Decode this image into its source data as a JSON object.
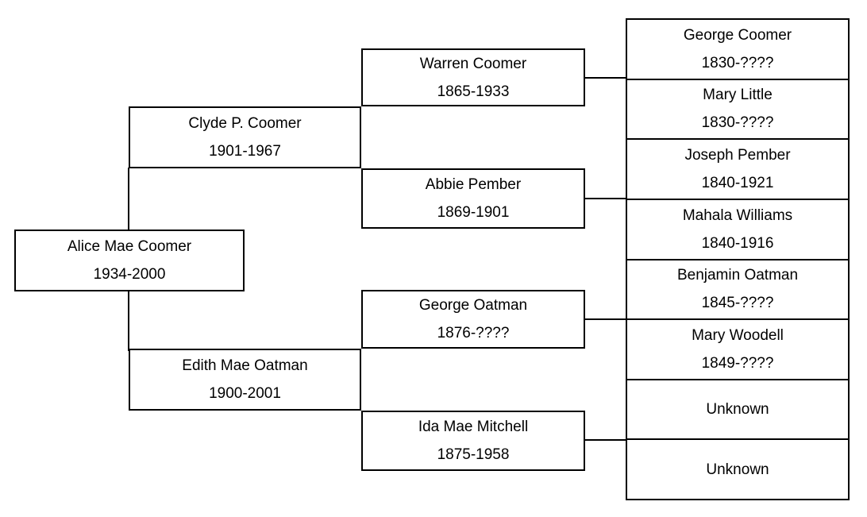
{
  "diagram_type": "family-tree-pedigree-chart",
  "colors": {
    "line": "#000000",
    "text": "#000000",
    "background": "#ffffff"
  },
  "people": {
    "alice": {
      "name": "Alice Mae Coomer",
      "dates": "1934-2000"
    },
    "clyde": {
      "name": "Clyde P. Coomer",
      "dates": "1901-1967"
    },
    "edith": {
      "name": "Edith Mae Oatman",
      "dates": "1900-2001"
    },
    "warren": {
      "name": "Warren Coomer",
      "dates": "1865-1933"
    },
    "abbie": {
      "name": "Abbie Pember",
      "dates": "1869-1901"
    },
    "george_oatman": {
      "name": "George Oatman",
      "dates": "1876-????"
    },
    "ida": {
      "name": "Ida Mae Mitchell",
      "dates": "1875-1958"
    },
    "george_coomer": {
      "name": "George Coomer",
      "dates": "1830-????"
    },
    "mary_little": {
      "name": "Mary Little",
      "dates": "1830-????"
    },
    "joseph_pember": {
      "name": "Joseph Pember",
      "dates": "1840-1921"
    },
    "mahala_williams": {
      "name": "Mahala Williams",
      "dates": "1840-1916"
    },
    "benjamin_oatman": {
      "name": "Benjamin Oatman",
      "dates": "1845-????"
    },
    "mary_woodell": {
      "name": "Mary Woodell",
      "dates": "1849-????"
    },
    "unknown_1": {
      "name": "Unknown",
      "dates": ""
    },
    "unknown_2": {
      "name": "Unknown",
      "dates": ""
    }
  }
}
